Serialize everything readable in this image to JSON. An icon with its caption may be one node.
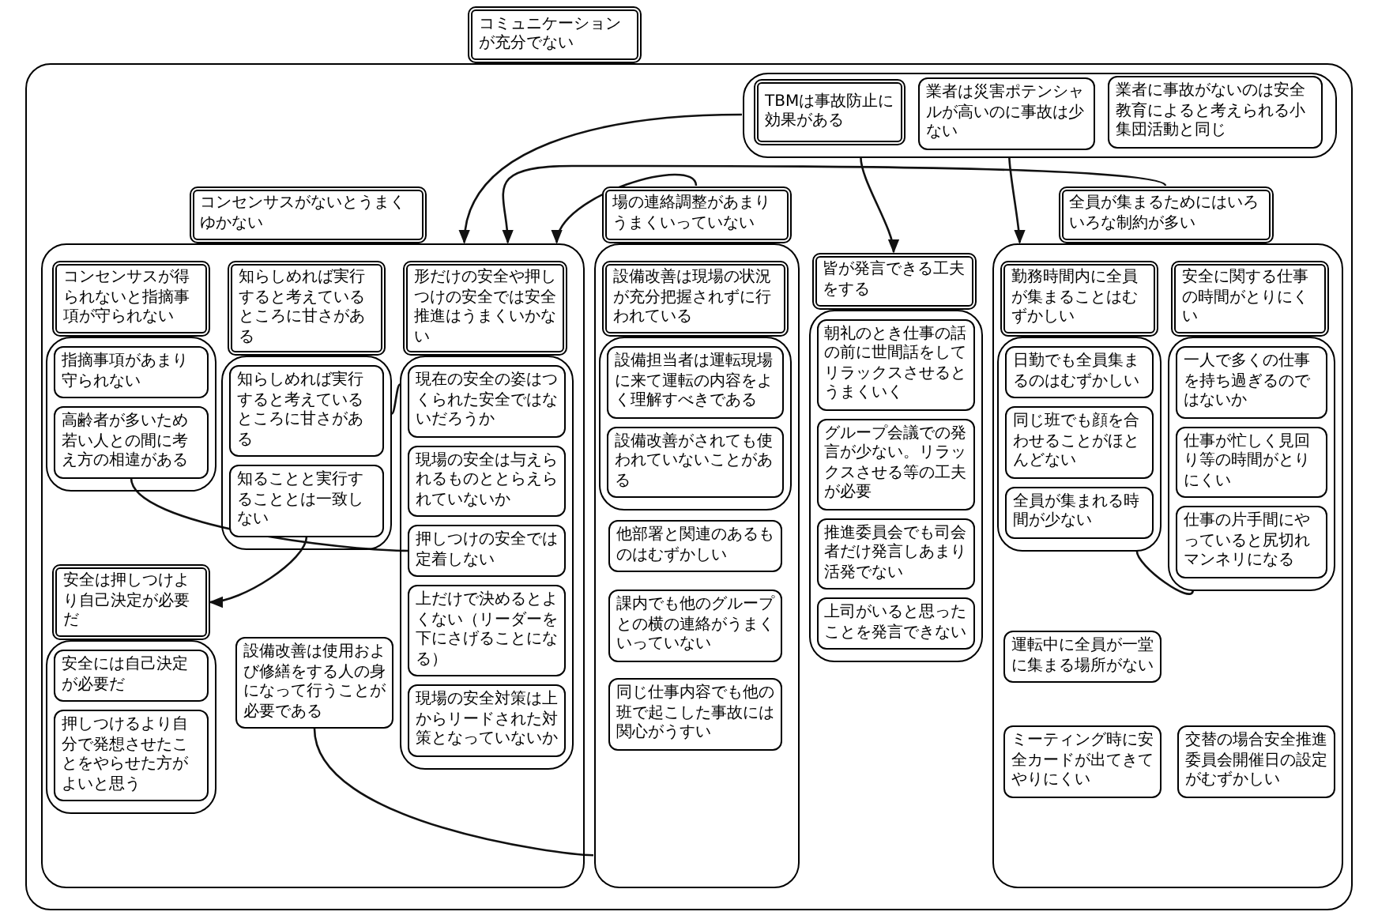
{
  "diagram": {
    "nodes": [
      {
        "text": [],
        "shape": "box"
      },
      {
        "text": [
          "コミュニケーションが充分でない"
        ]
      },
      {
        "text": [],
        "shape": "box",
        "in": 0
      },
      {
        "text": [
          "TBMは事故防止に効果がある"
        ],
        "in": 2
      },
      {
        "text": [
          "業者は災害ポテンシャルが高いのに事故は少ない"
        ],
        "in": 2
      },
      {
        "text": [
          "業者に事故がないのは安全教育によると考えられる小集団活動と同じ"
        ],
        "in": 2
      },
      {
        "text": [],
        "shape": "box",
        "in": 0
      },
      {
        "text": [
          "コンセンサスがないとうまくゆかない"
        ],
        "in": 0
      },
      {
        "text": [],
        "shape": "box",
        "in": 6
      },
      {
        "text": [
          "コンセンサスが得られないと指摘事項が守られない"
        ],
        "in": 6
      },
      {
        "text": [
          "指摘事項があまり守られない"
        ],
        "in": 8
      },
      {
        "text": [
          "高齢者が多いため若い人との間に考え方の相違がある"
        ],
        "in": 8
      },
      {
        "text": [],
        "shape": "box",
        "in": 6
      },
      {
        "text": [
          "知らしめれば実行すると考えているところに甘さがある"
        ],
        "in": 6
      },
      {
        "text": [
          "知らしめれば実行すると考えているところに甘さがある"
        ],
        "in": 12
      },
      {
        "text": [
          "知ることと実行することとは一致しない"
        ],
        "in": 12
      },
      {
        "text": [],
        "shape": "box",
        "in": 6
      },
      {
        "text": [
          "形だけの安全や押しつけの安全では安全推進はうまくいかない"
        ],
        "in": 6
      },
      {
        "text": [
          "現在の安全の姿はつくられた安全ではないだろうか"
        ],
        "in": 16
      },
      {
        "text": [
          "現場の安全は与えられるものととらえられていないか"
        ],
        "in": 16
      },
      {
        "text": [
          "押しつけの安全では定着しない"
        ],
        "in": 16
      },
      {
        "text": [
          "上だけで決めるとよくない（リーダーを下にさげることになる）"
        ],
        "in": 16
      },
      {
        "text": [
          "現場の安全対策は上からリードされた対策となっていないか"
        ],
        "in": 16
      },
      {
        "text": [],
        "shape": "box",
        "in": 6
      },
      {
        "text": [
          "安全は押しつけより自己決定が必要だ"
        ],
        "in": 6
      },
      {
        "text": [
          "安全には自己決定が必要だ"
        ],
        "in": 23
      },
      {
        "text": [
          "押しつけるより自分で発想させたことをやらせた方がよいと思う"
        ],
        "in": 23
      },
      {
        "text": [
          "設備改善は使用および修繕をする人の身になって行うことが必要である"
        ],
        "in": 6
      },
      {
        "text": [],
        "shape": "box",
        "in": 0
      },
      {
        "text": [
          "場の連絡調整があまりうまくいっていない"
        ],
        "in": 0
      },
      {
        "text": [],
        "shape": "box",
        "in": 28
      },
      {
        "text": [
          "設備改善は現場の状況が充分把握されずに行われている"
        ],
        "in": 28
      },
      {
        "text": [
          "設備担当者は運転現場に来て運転の内容をよく理解すべきである"
        ],
        "in": 30
      },
      {
        "text": [
          "設備改善がされても使われていないことがある"
        ],
        "in": 30
      },
      {
        "text": [
          "他部署と関連のあるものはむずかしい"
        ],
        "in": 28
      },
      {
        "text": [
          "課内でも他のグループとの横の連絡がうまくいっていない"
        ],
        "in": 28
      },
      {
        "text": [
          "同じ仕事内容でも他の班で起こした事故には関心がうすい"
        ],
        "in": 28
      },
      {
        "text": [],
        "shape": "box",
        "in": 0
      },
      {
        "text": [
          "皆が発言できる工夫をする"
        ],
        "in": 0
      },
      {
        "text": [
          "朝礼のとき仕事の話の前に世間話をしてリラックスさせるとうまくいく"
        ],
        "in": 37
      },
      {
        "text": [
          "グループ会議での発言が少ない。リラックスさせる等の工夫が必要"
        ],
        "in": 37
      },
      {
        "text": [
          "推進委員会でも司会者だけ発言しあまり活発でない"
        ],
        "in": 37
      },
      {
        "text": [
          "上司がいると思ったことを発言できない"
        ],
        "in": 37
      },
      {
        "text": [],
        "shape": "box",
        "in": 0
      },
      {
        "text": [
          "全員が集まるためにはいろいろな制約が多い"
        ],
        "in": 0
      },
      {
        "text": [],
        "shape": "box",
        "in": 43
      },
      {
        "text": [
          "勤務時間内に全員が集まることはむずかしい"
        ],
        "in": 43
      },
      {
        "text": [
          "日勤でも全員集まるのはむずかしい"
        ],
        "in": 45
      },
      {
        "text": [
          "同じ班でも顔を合わせることがほとんどない"
        ],
        "in": 45
      },
      {
        "text": [
          "全員が集まれる時間が少ない"
        ],
        "in": 45
      },
      {
        "text": [],
        "shape": "box",
        "in": 43
      },
      {
        "text": [
          "安全に関する仕事の時間がとりにくい"
        ],
        "in": 43
      },
      {
        "text": [
          "一人で多くの仕事を持ち過ぎるのではないか"
        ],
        "in": 50
      },
      {
        "text": [
          "仕事が忙しく見回り等の時間がとりにくい"
        ],
        "in": 50
      },
      {
        "text": [
          "仕事の片手間にやっていると尻切れマンネリになる"
        ],
        "in": 50
      },
      {
        "text": [
          "運転中に全員が一堂に集まる場所がない"
        ],
        "in": 43
      },
      {
        "text": [
          "ミーティング時に安全カードが出てきてやりにくい"
        ],
        "in": 43
      },
      {
        "text": [
          "交替の場合安全推進委員会開催日の設定がむずかしい"
        ],
        "in": 43
      }
    ],
    "edges": [
      {
        "from": 2,
        "to": 6,
        "arrow": "to"
      },
      {
        "from": 29,
        "to": 6,
        "arrow": "to"
      },
      {
        "from": 44,
        "to": 6,
        "arrow": "to"
      },
      {
        "from": 2,
        "to": 38,
        "arrow": "to"
      },
      {
        "from": 2,
        "to": 43,
        "arrow": "to"
      },
      {
        "from": 15,
        "to": 24,
        "arrow": "to"
      },
      {
        "from": 11,
        "to": 20,
        "arrow": "none"
      },
      {
        "from": 12,
        "to": 16,
        "arrow": "none"
      },
      {
        "from": 27,
        "to": 28,
        "arrow": "none"
      },
      {
        "from": 45,
        "to": 50,
        "arrow": "none"
      }
    ]
  }
}
